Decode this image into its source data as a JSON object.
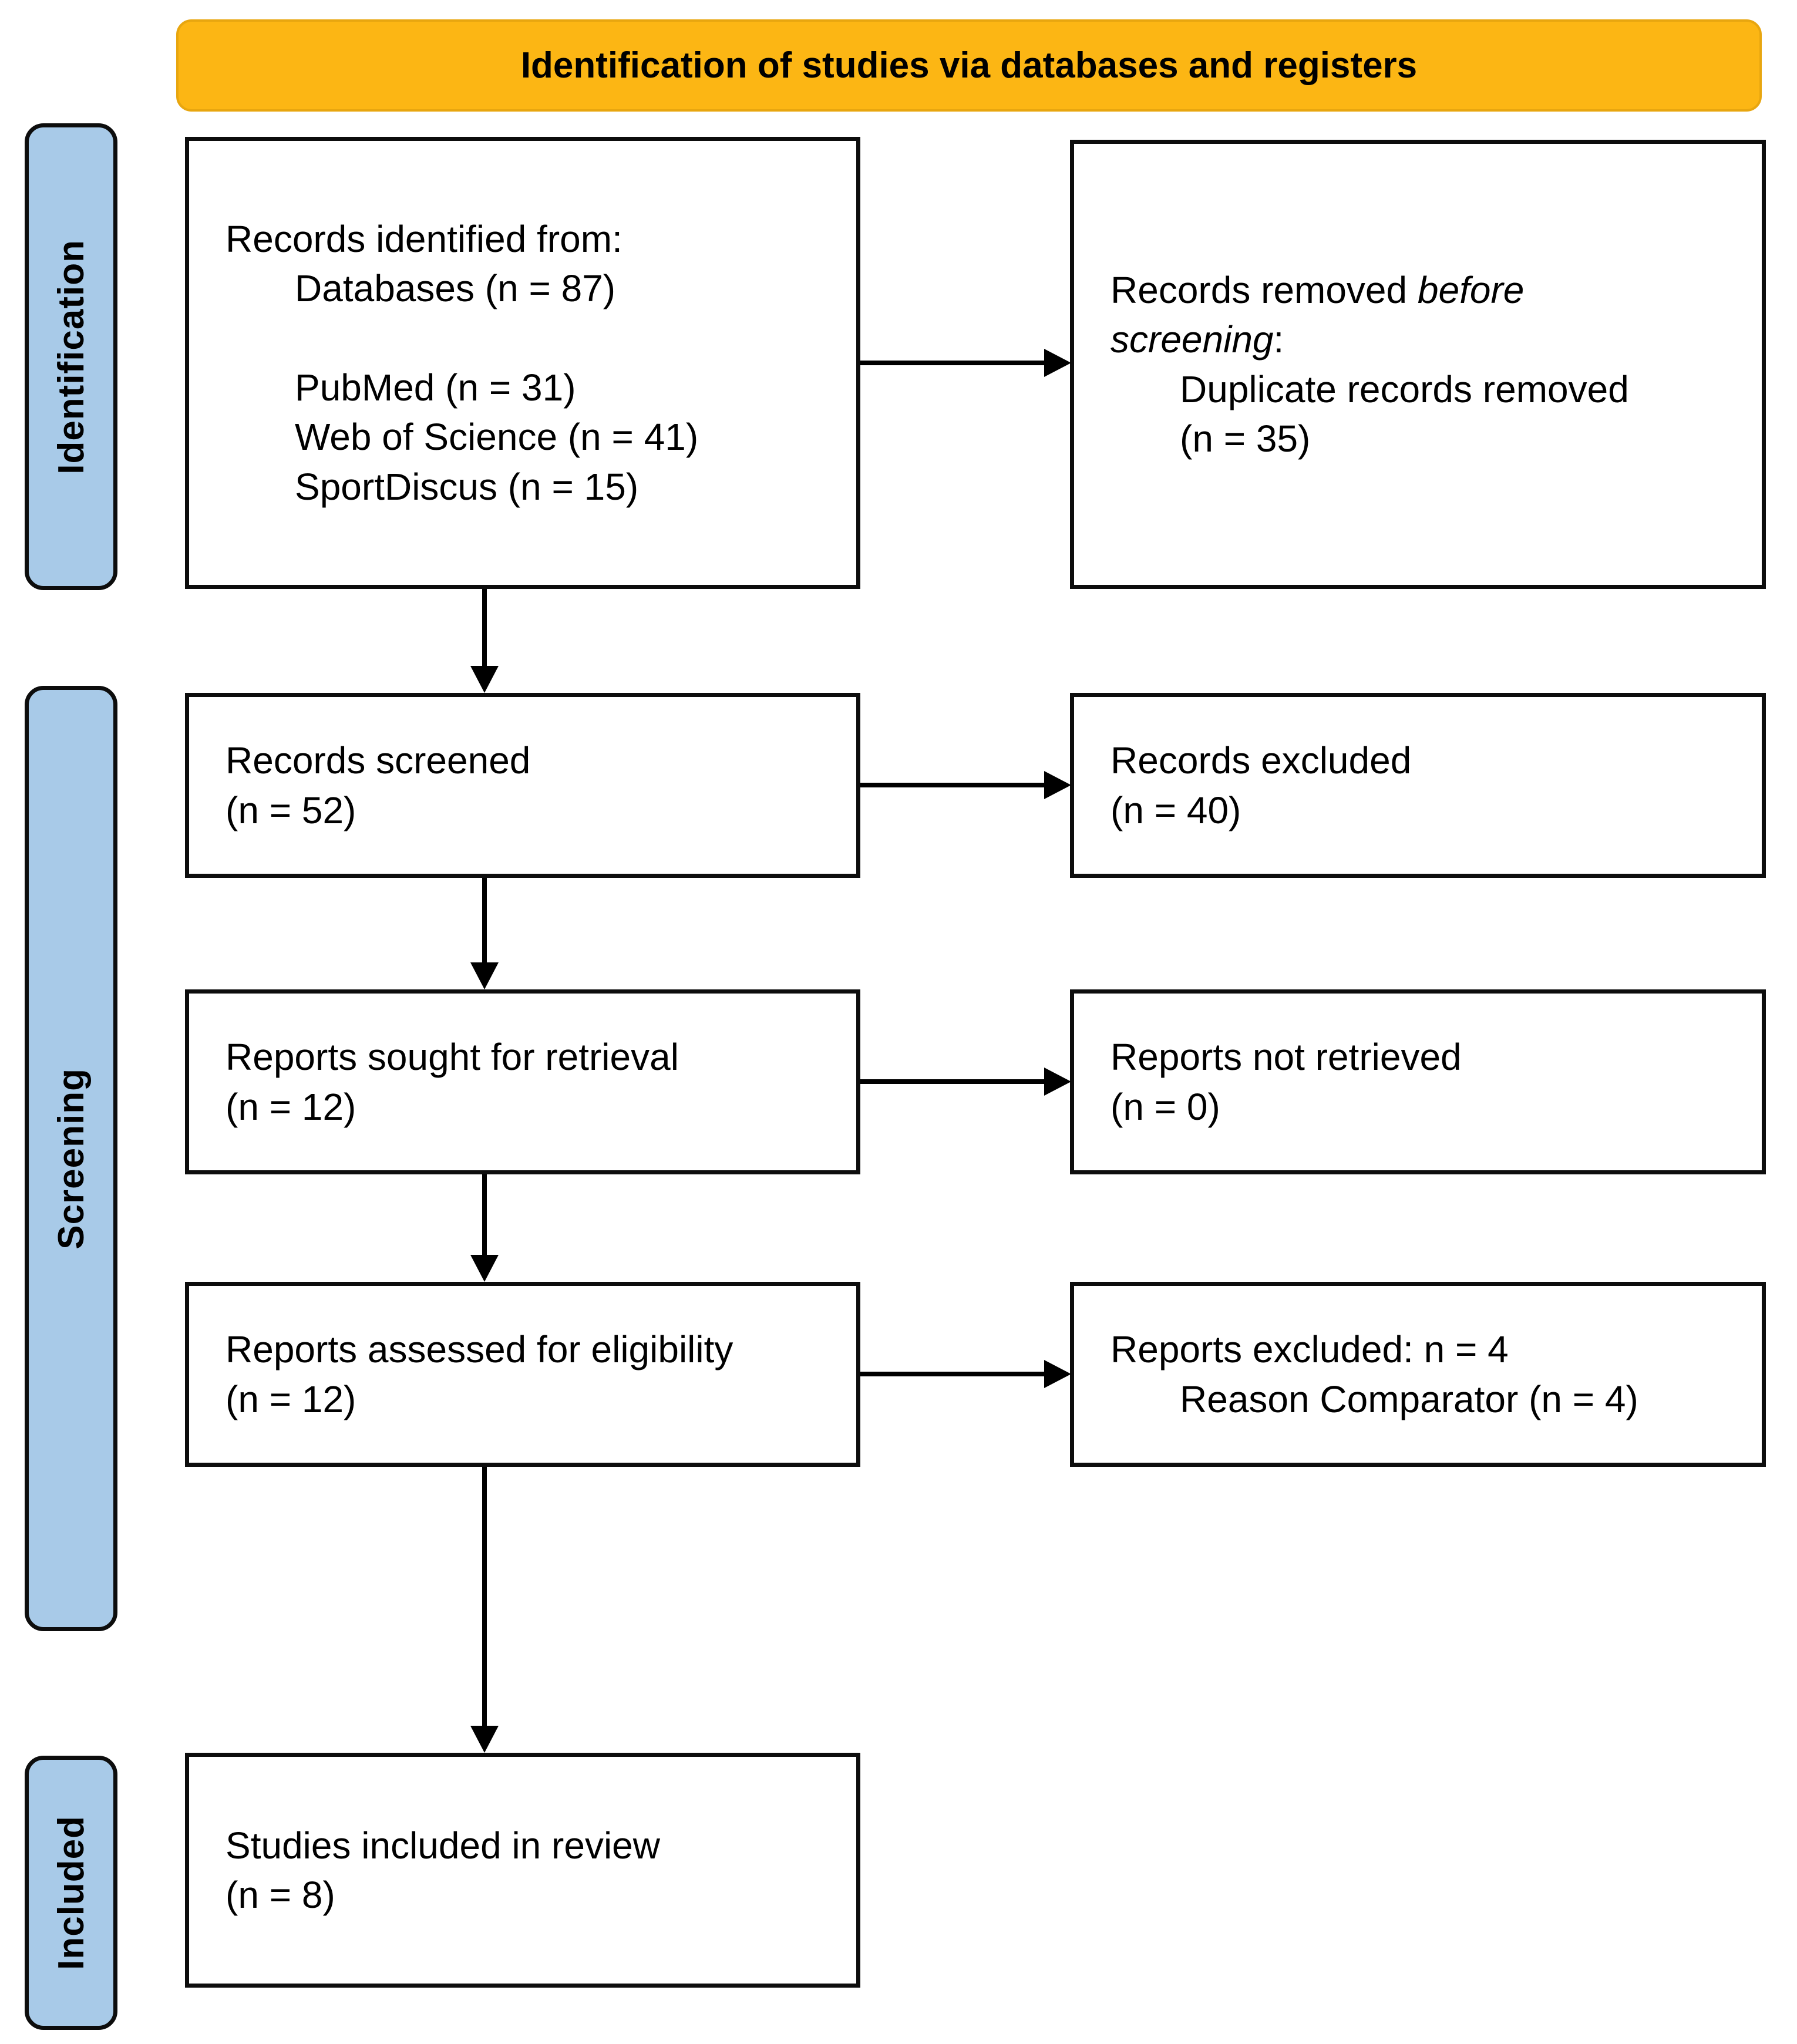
{
  "header": {
    "title": "Identification of studies via databases and registers"
  },
  "sidebar": {
    "identification": "Identification",
    "screening": "Screening",
    "included": "Included"
  },
  "boxes": {
    "records_identified": {
      "line1": "Records identified from:",
      "line2": "Databases (n = 87)",
      "line3": "PubMed (n = 31)",
      "line4": "Web of Science (n = 41)",
      "line5": "SportDiscus (n = 15)"
    },
    "records_removed": {
      "seg1": "Records removed ",
      "seg2_italic": "before",
      "seg3_italic": "screening",
      "seg4": ":",
      "line2": "Duplicate records removed",
      "line3": "(n = 35)"
    },
    "records_screened": {
      "line1": "Records screened",
      "line2": "(n = 52)"
    },
    "records_excluded": {
      "line1": "Records excluded",
      "line2": "(n = 40)"
    },
    "reports_sought": {
      "line1": "Reports sought for retrieval",
      "line2": "(n = 12)"
    },
    "reports_not_retrieved": {
      "line1": "Reports not retrieved",
      "line2": "(n = 0)"
    },
    "reports_assessed": {
      "line1": "Reports assessed for eligibility",
      "line2": "(n = 12)"
    },
    "reports_excluded": {
      "line1": "Reports excluded: n = 4",
      "line2": "Reason Comparator (n = 4)"
    },
    "studies_included": {
      "line1": "Studies included in review",
      "line2": "(n = 8)"
    }
  },
  "colors": {
    "header_fill": "#FCB614",
    "header_border": "#E8A60F",
    "sidebar_fill": "#A8CAE8",
    "box_border": "#0d0d0d",
    "arrow": "#000000"
  }
}
